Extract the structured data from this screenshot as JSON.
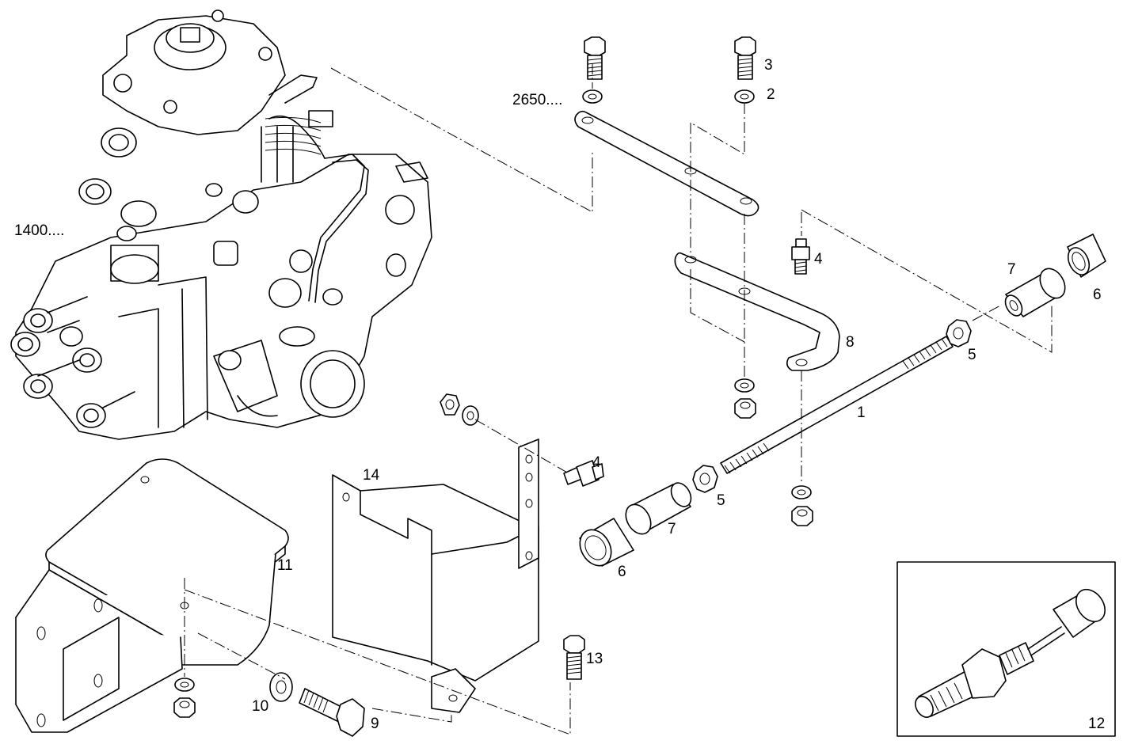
{
  "diagram": {
    "callouts": {
      "ref_1400": "1400....",
      "ref_2650": "2650....",
      "p1": "1",
      "p2": "2",
      "p3": "3",
      "p4_top": "4",
      "p4_mid": "4",
      "p5_a": "5",
      "p5_b": "5",
      "p6_a": "6",
      "p6_b": "6",
      "p7_a": "7",
      "p7_b": "7",
      "p8": "8",
      "p9": "9",
      "p10": "10",
      "p11": "11",
      "p12": "12",
      "p13": "13",
      "p14": "14"
    }
  }
}
